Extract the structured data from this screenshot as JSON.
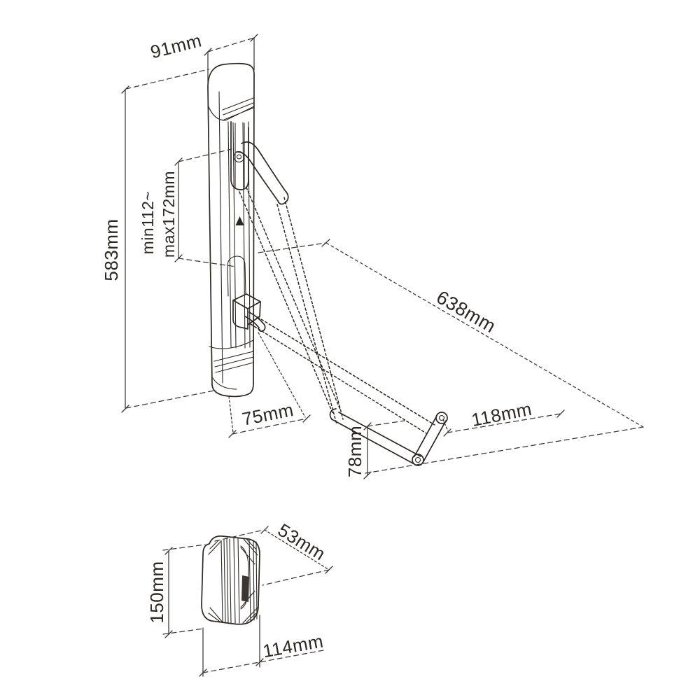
{
  "page": {
    "background": "#ffffff"
  },
  "drawing": {
    "type": "technical-dimension-drawing",
    "subject": "wall-mounted folding bike rack bracket",
    "line_color": "#2b2723",
    "dimension_color": "#3a3633",
    "main_view": {
      "name": "isometric view",
      "dims": {
        "plate_width": "91mm",
        "plate_height": "583mm",
        "hook_range_line1": "min112~",
        "hook_range_line2": "max172mm",
        "arm_length": "638mm",
        "hook_offset": "75mm",
        "tip_offset": "118mm",
        "cradle_height": "78mm"
      }
    },
    "side_view": {
      "name": "side profile view",
      "dims": {
        "top_depth": "53mm",
        "plate_height": "150mm",
        "base_depth": "114mm"
      }
    }
  }
}
